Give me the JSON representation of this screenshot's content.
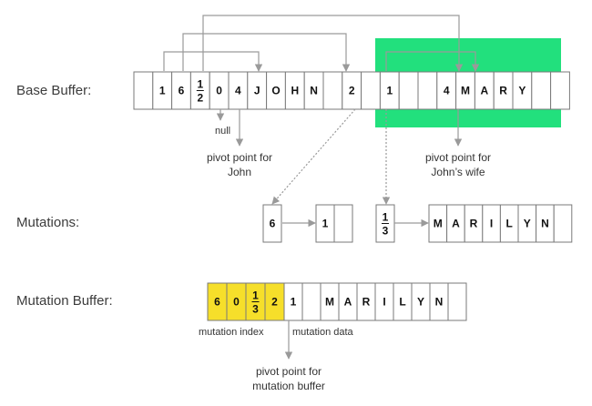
{
  "labels": {
    "base_buffer": "Base Buffer:",
    "mutations": "Mutations:",
    "mutation_buffer": "Mutation Buffer:"
  },
  "notes": {
    "null": "null",
    "pivot_john_line1": "pivot point for",
    "pivot_john_line2": "John",
    "pivot_wife_line1": "pivot point for",
    "pivot_wife_line2": "John’s wife",
    "mutation_index": "mutation index",
    "mutation_data": "mutation data",
    "pivot_mutation_line1": "pivot point for",
    "pivot_mutation_line2": "mutation buffer"
  },
  "colors": {
    "highlight_green": "#22e07d",
    "highlight_yellow": "#f6df2a",
    "connector": "#9a9a9a"
  },
  "base_buffer": {
    "cells": [
      "",
      "1",
      "6",
      "1|2",
      "0",
      "4",
      "J",
      "O",
      "H",
      "N",
      "",
      "2",
      "",
      "1",
      "",
      "",
      "4",
      "M",
      "A",
      "R",
      "Y",
      "",
      ""
    ]
  },
  "mutations": {
    "box1": [
      "6"
    ],
    "box2": [
      "1",
      ""
    ],
    "box3": [
      "1|3"
    ],
    "box4": [
      "M",
      "A",
      "R",
      "I",
      "L",
      "Y",
      "N",
      ""
    ]
  },
  "mutation_buffer": {
    "index_cells": [
      "6",
      "0",
      "1|3",
      "2"
    ],
    "data_cells": [
      "1",
      "",
      "M",
      "A",
      "R",
      "I",
      "L",
      "Y",
      "N",
      ""
    ]
  }
}
